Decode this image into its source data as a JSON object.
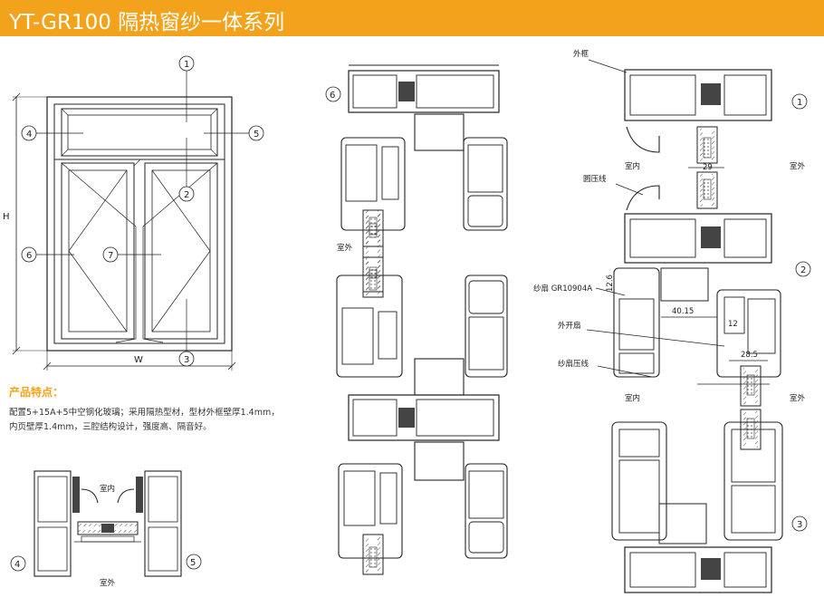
{
  "header": {
    "title": "YT-GR100 隔热窗纱一体系列",
    "bar_color": "#f3a21b",
    "title_color": "#ffffff"
  },
  "features": {
    "heading": "产品特点：",
    "heading_color": "#f3a21b",
    "line1": "配置5+15A+5中空钢化玻璃；采用隔热型材，型材外框壁厚1.4mm，",
    "line2": "内页壁厚1.4mm，三腔结构设计，强度高、隔音好。"
  },
  "elevation": {
    "height_label": "H",
    "width_label": "W",
    "callouts": [
      "1",
      "2",
      "3",
      "4",
      "5",
      "6",
      "7"
    ]
  },
  "section_6": {
    "marker": "6",
    "room_out": "室外"
  },
  "sections_right": {
    "markers": [
      "1",
      "2",
      "3"
    ],
    "labels": {
      "outer_frame": "外框",
      "glazing_bead": "圆压线",
      "screen_sash": "纱扇 GR10904A",
      "casement_sash": "外开扇",
      "screen_bead": "纱扇压线"
    },
    "dimensions": {
      "d29": "29",
      "d12_6": "12.6",
      "d40_15": "40.15",
      "d12": "12",
      "d28_5": "28.5"
    },
    "room_in": "室内",
    "room_out": "室外"
  },
  "section_45": {
    "markers": [
      "4",
      "5"
    ],
    "room_in": "室内",
    "room_out": "室外"
  }
}
